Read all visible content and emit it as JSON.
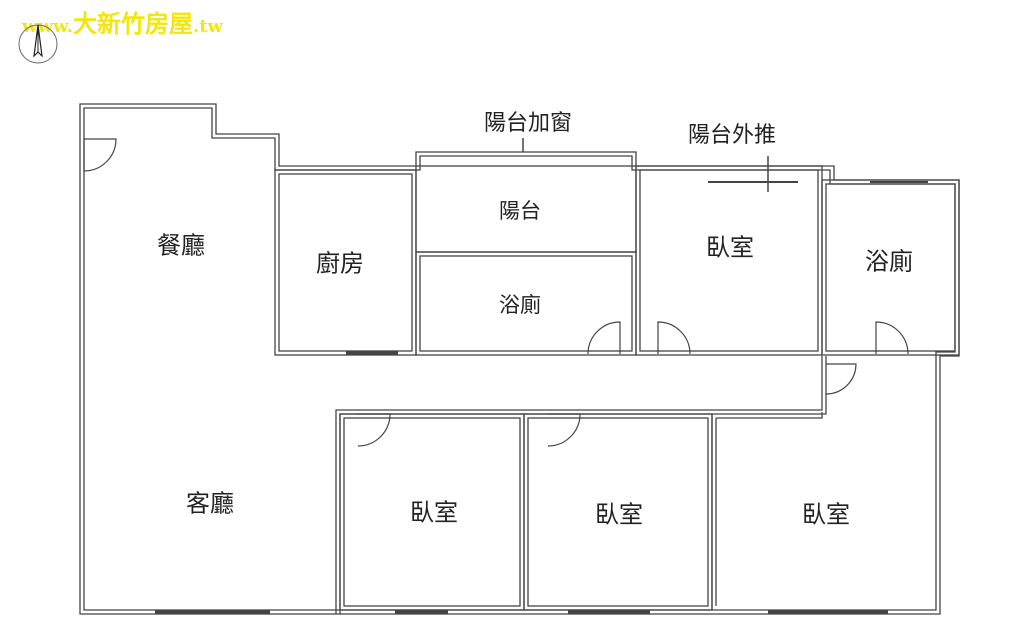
{
  "watermark": {
    "prefix": "www.",
    "name": "大新竹房屋",
    "suffix": ".tw"
  },
  "rooms": {
    "dining": "餐廳",
    "living": "客廳",
    "kitchen": "廚房",
    "balcony": "陽台",
    "bath1": "浴廁",
    "bedroom_top": "臥室",
    "bath2": "浴廁",
    "bedroom_1": "臥室",
    "bedroom_2": "臥室",
    "bedroom_3": "臥室"
  },
  "annotations": {
    "balcony_window": "陽台加窗",
    "balcony_push": "陽台外推"
  },
  "colors": {
    "wall": "#444444",
    "watermark": "#f2e60d"
  },
  "icons": [
    "compass-icon",
    "door-swing-icon"
  ]
}
